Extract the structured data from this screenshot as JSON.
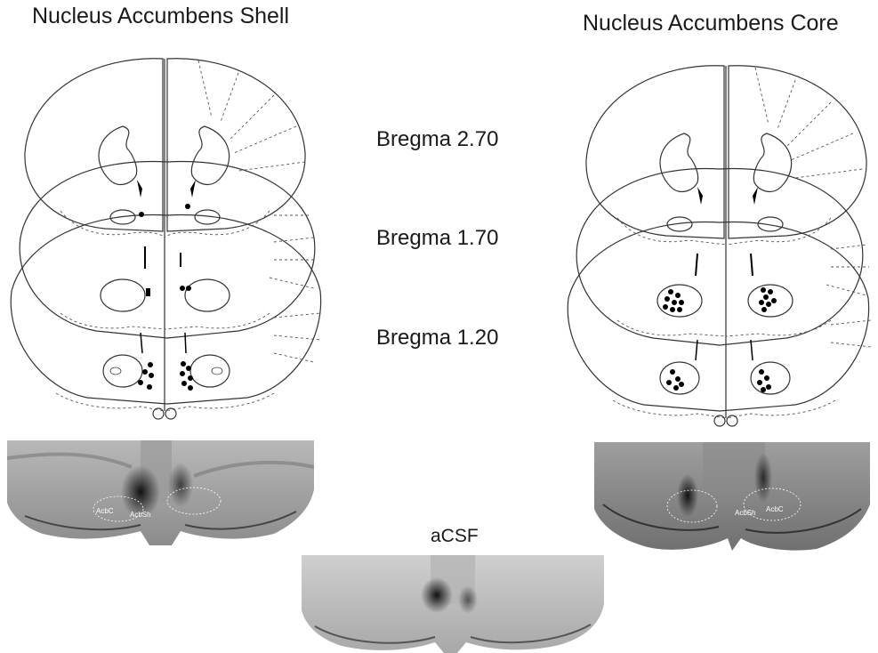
{
  "headers": {
    "shell": "Nucleus Accumbens Shell",
    "core": "Nucleus Accumbens Core"
  },
  "bregma_levels": [
    "Bregma 2.70",
    "Bregma 1.70",
    "Bregma 1.20"
  ],
  "photo_labels": {
    "shell_left": "AcbC",
    "shell_right": "AcbSh",
    "core_left": "AcbSh",
    "core_right": "AcbC"
  },
  "acsf_label": "aCSF"
}
